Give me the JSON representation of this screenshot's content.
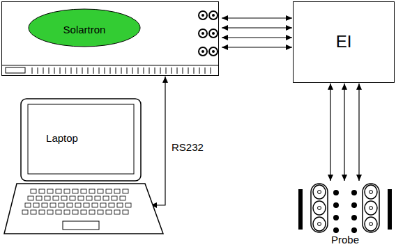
{
  "diagram": {
    "nodes": [
      {
        "text": [
          "Solartron"
        ]
      },
      {
        "text": [
          "EI"
        ]
      },
      {
        "text": [
          "Laptop"
        ]
      },
      {
        "text": [
          "Probe"
        ]
      }
    ],
    "edges": [
      {
        "from": 0,
        "to": 1,
        "arrow": "both"
      },
      {
        "from": 0,
        "to": 1,
        "arrow": "both"
      },
      {
        "from": 0,
        "to": 1,
        "arrow": "both"
      },
      {
        "from": 0,
        "to": 1,
        "arrow": "both"
      },
      {
        "from": 1,
        "to": 3,
        "arrow": "both"
      },
      {
        "from": 1,
        "to": 3,
        "arrow": "both"
      },
      {
        "from": 1,
        "to": 3,
        "arrow": "both"
      },
      {
        "from": 0,
        "to": 2,
        "label": "RS232",
        "arrow": "both"
      }
    ]
  }
}
